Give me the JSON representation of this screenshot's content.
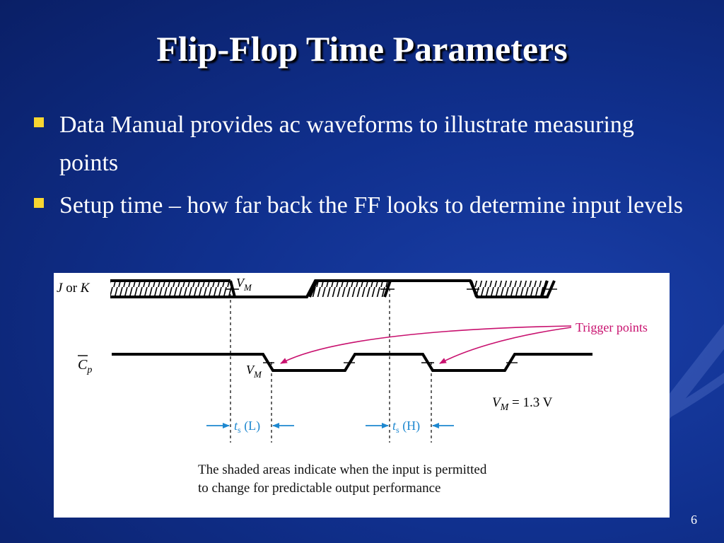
{
  "slide": {
    "title": "Flip-Flop Time Parameters",
    "number": "6"
  },
  "bullets": [
    {
      "text": "Data Manual provides ac waveforms to illustrate measuring points"
    },
    {
      "text": "Setup time – how far back the FF looks to determine input levels"
    }
  ],
  "figure": {
    "jk_label_j": "J",
    "jk_label_or": " or ",
    "jk_label_k": "K",
    "cp_label_c": "C",
    "cp_label_sub": "p",
    "vm_top_v": "V",
    "vm_top_sub": "M",
    "vm_mid_v": "V",
    "vm_mid_sub": "M",
    "trigger_label": "Trigger points",
    "vm_eq_v": "V",
    "vm_eq_sub": "M",
    "vm_eq_value": " = 1.3 V",
    "ts_low_t": "t",
    "ts_low_sub": "s",
    "ts_low_level": " (L)",
    "ts_high_t": "t",
    "ts_high_sub": "s",
    "ts_high_level": " (H)",
    "caption": "The shaded areas indicate when the input is permitted to change for predictable output performance"
  },
  "colors": {
    "background": "#10308e",
    "bullet": "#f7d631",
    "trigger": "#c8106e",
    "timing": "#1e88d0"
  }
}
